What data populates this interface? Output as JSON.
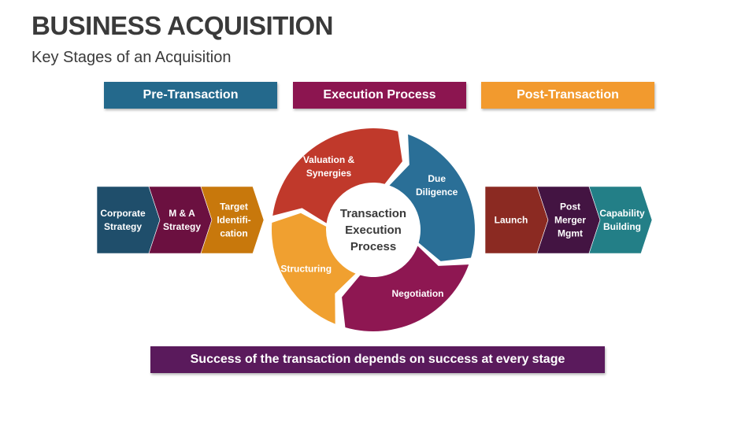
{
  "title": "BUSINESS ACQUISITION",
  "subtitle": "Key Stages of an Acquisition",
  "headers": [
    {
      "label": "Pre-Transaction",
      "color": "#24698c"
    },
    {
      "label": "Execution Process",
      "color": "#8c1550"
    },
    {
      "label": "Post-Transaction",
      "color": "#f29a2e"
    }
  ],
  "pre_steps": [
    {
      "lines": [
        "Corporate",
        "Strategy"
      ],
      "color": "#1f4e6b"
    },
    {
      "lines": [
        "M & A",
        "Strategy"
      ],
      "color": "#6b1040"
    },
    {
      "lines": [
        "Target",
        "Identifi-",
        "cation"
      ],
      "color": "#c8780c"
    }
  ],
  "post_steps": [
    {
      "lines": [
        "Launch"
      ],
      "color": "#8b2a22"
    },
    {
      "lines": [
        "Post",
        "Merger",
        "Mgmt"
      ],
      "color": "#431442"
    },
    {
      "lines": [
        "Capability",
        "Building"
      ],
      "color": "#237f87"
    }
  ],
  "cycle": {
    "center_lines": [
      "Transaction",
      "Execution",
      "Process"
    ],
    "segments": [
      {
        "lines": [
          "Valuation &",
          "Synergies"
        ],
        "color": "#c0392b"
      },
      {
        "lines": [
          "Due",
          "Diligence"
        ],
        "color": "#2a6f97"
      },
      {
        "lines": [
          "Negotiation"
        ],
        "color": "#8e1752"
      },
      {
        "lines": [
          "Structuring"
        ],
        "color": "#f0a030"
      }
    ]
  },
  "footer": {
    "before": "Success of the transaction depends on success at",
    "emphasis": "every",
    "after": "stage"
  }
}
